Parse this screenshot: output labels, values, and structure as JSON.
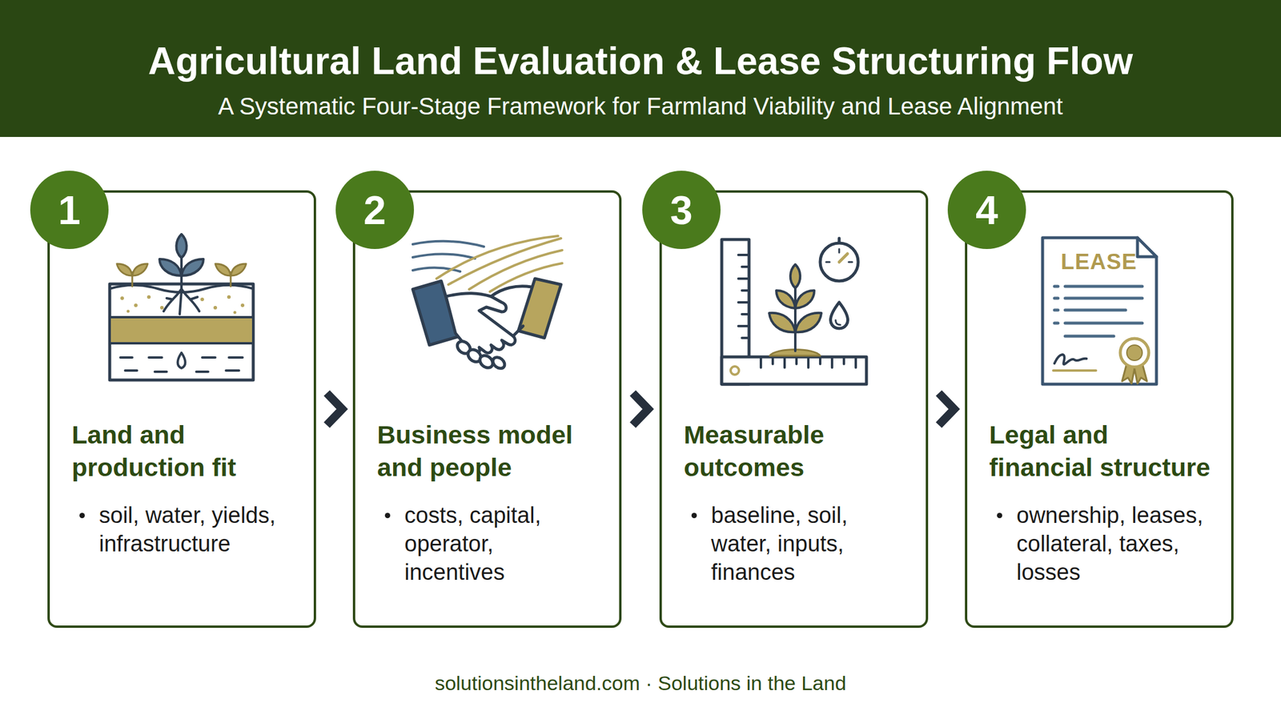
{
  "diagram": {
    "title": "Agricultural Land Evaluation & Lease Structuring Flow",
    "nodes": [
      {
        "text": [
          "1"
        ]
      },
      {
        "text": [
          "Land and production fit",
          "soil, water, yields, infrastructure"
        ]
      },
      {
        "text": [
          "2"
        ]
      },
      {
        "text": [
          "Business model and people",
          "costs, capital, operator, incentives"
        ]
      },
      {
        "text": [
          "3"
        ]
      },
      {
        "text": [
          "Measurable outcomes",
          "baseline, soil, water, inputs, finances"
        ]
      },
      {
        "text": [
          "4"
        ]
      },
      {
        "text": [
          "Legal and financial structure",
          "ownership, leases, collateral, taxes, losses"
        ]
      }
    ],
    "edges": [
      {
        "from": 1,
        "to": 3,
        "arrow": "to"
      },
      {
        "from": 3,
        "to": 5,
        "arrow": "to"
      },
      {
        "from": 5,
        "to": 7,
        "arrow": "to"
      }
    ],
    "labels": [
      "A Systematic Four-Stage Framework for Farmland Viability and Lease Alignment",
      "LEASE",
      "solutionsintheland.com · Solutions in the Land"
    ]
  }
}
